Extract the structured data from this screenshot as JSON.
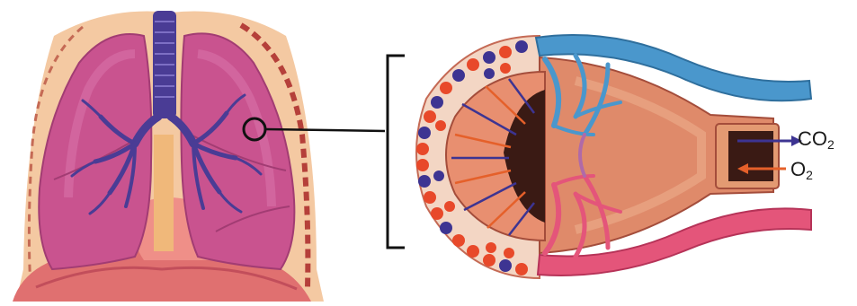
{
  "labels": {
    "co2": {
      "base": "CO",
      "sub": "2"
    },
    "o2": {
      "base": "O",
      "sub": "2"
    }
  },
  "colors": {
    "lung": "#c9538f",
    "lung_light": "#d872a9",
    "bronchi": "#4a3c95",
    "pleura": "#f4c9a2",
    "pleura_dash": "#b5403a",
    "diaphragm": "#e07070",
    "trachea": "#f0b87a",
    "vein_blue": "#4a97cc",
    "artery_red": "#e4557a",
    "alveolus_wall": "#df8a6a",
    "alveolus_inner": "#3a1a14",
    "dot_red": "#e8492a",
    "dot_blue": "#3d3492",
    "arrow_co2": "#3d3492",
    "arrow_o2": "#e5602a"
  },
  "icons": [
    "magnifier-circle-icon",
    "bracket-icon"
  ]
}
